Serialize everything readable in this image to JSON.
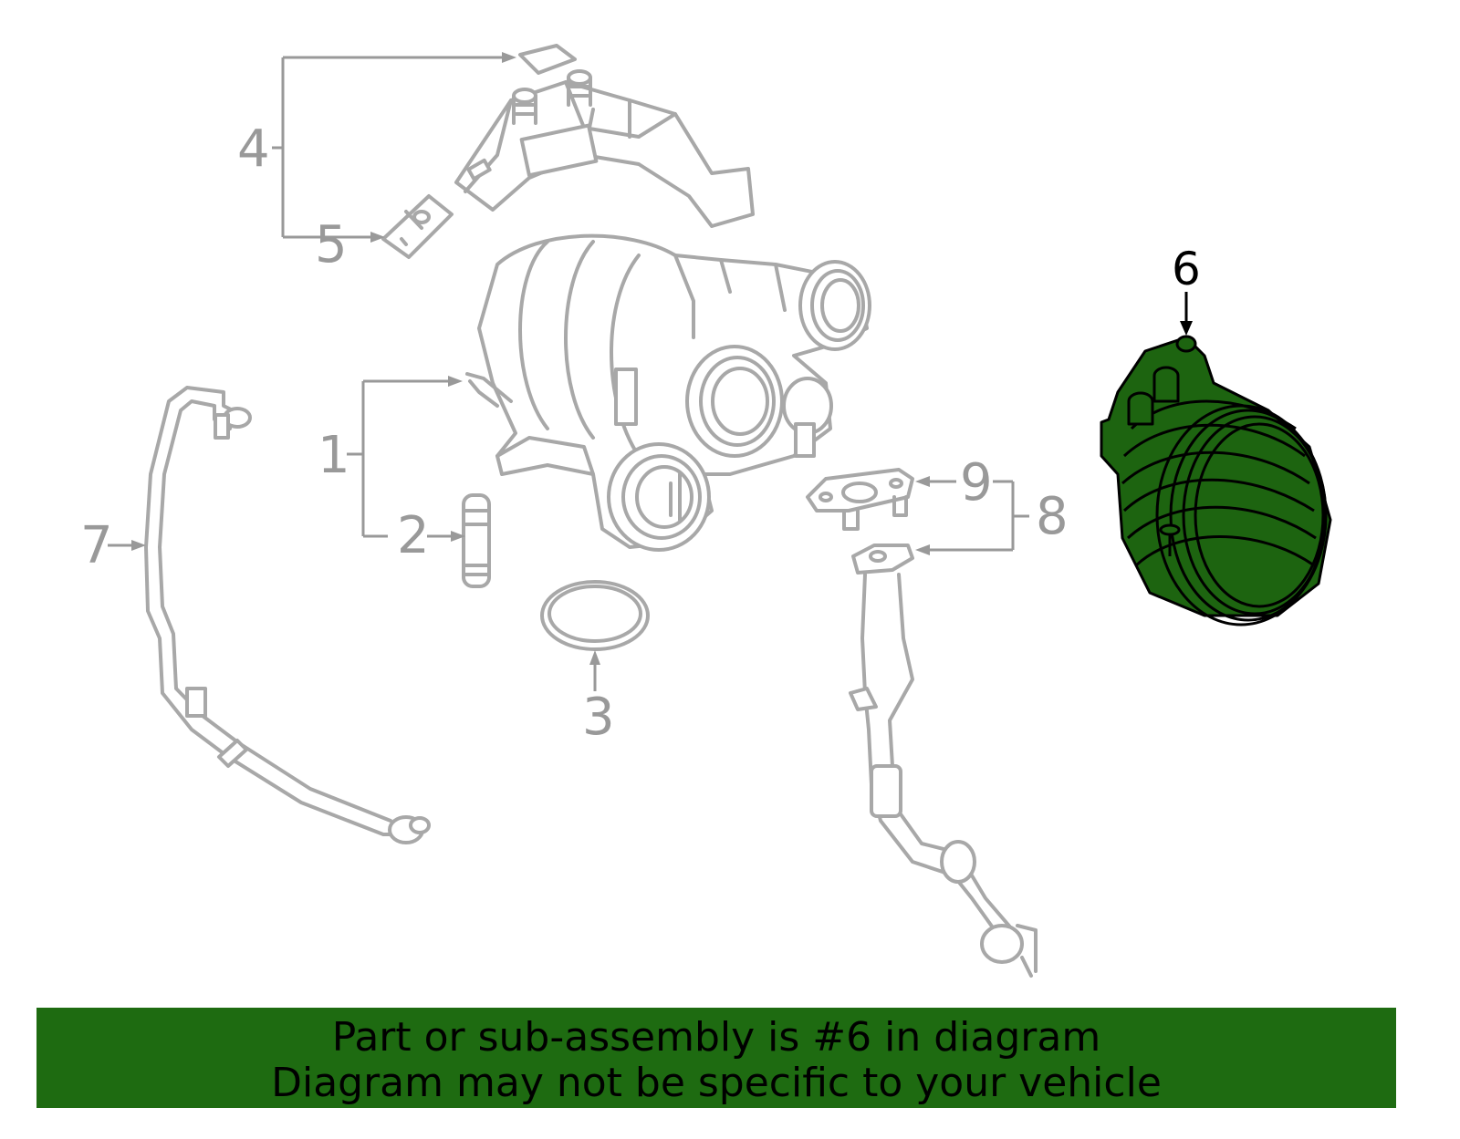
{
  "callouts": {
    "c1": "1",
    "c2": "2",
    "c3": "3",
    "c4": "4",
    "c5": "5",
    "c6": "6",
    "c7": "7",
    "c8": "8",
    "c9": "9"
  },
  "highlighted_part": "6",
  "colors": {
    "highlight": "#1e6b11",
    "line_art": "#a8a8a8",
    "callout_text": "#999999"
  },
  "banner": {
    "line1": "Part or sub-assembly is #6 in diagram",
    "line2": "Diagram may not be specific to your vehicle"
  }
}
